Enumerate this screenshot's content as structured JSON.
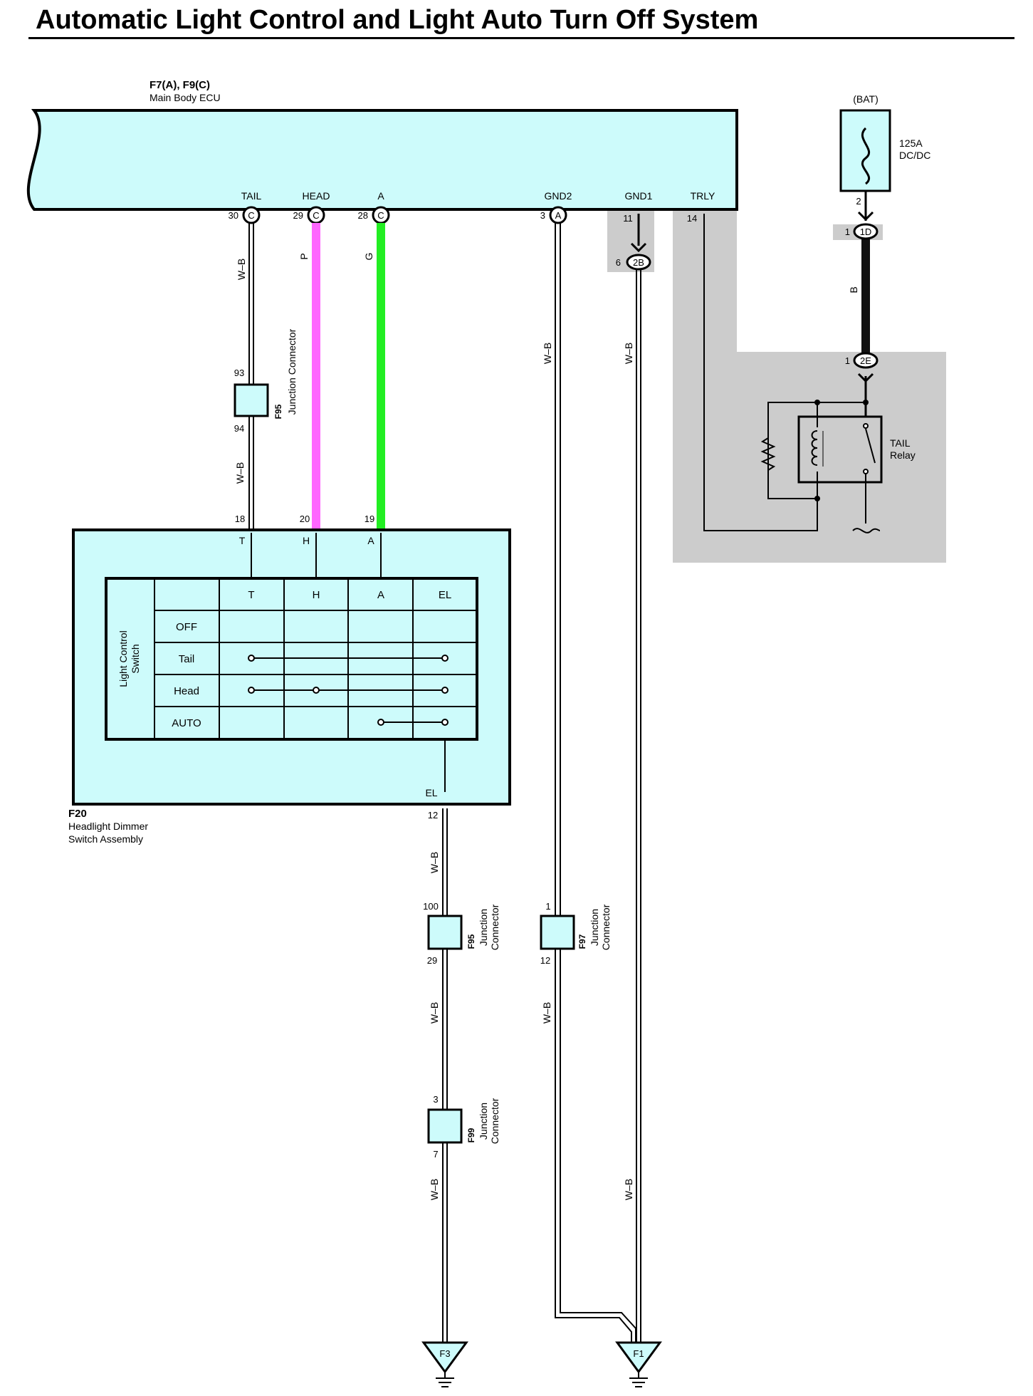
{
  "title": "Automatic Light Control and Light Auto Turn Off System",
  "ecu": {
    "code": "F7(A), F9(C)",
    "name": "Main Body ECU",
    "terminals": [
      {
        "label": "TAIL",
        "pin": "30",
        "conn": "C"
      },
      {
        "label": "HEAD",
        "pin": "29",
        "conn": "C"
      },
      {
        "label": "A",
        "pin": "28",
        "conn": "C"
      },
      {
        "label": "GND2",
        "pin": "3",
        "conn": "A"
      },
      {
        "label": "GND1",
        "pin": "11"
      },
      {
        "label": "TRLY",
        "pin": "14"
      }
    ]
  },
  "wires": {
    "tail": "W–B",
    "head": "P",
    "a": "G",
    "gnd2": "W–B",
    "gnd1": "W–B",
    "bat": "B",
    "el_upper": "W–B",
    "el_mid": "W–B",
    "el_lower": "W–B",
    "gnd2_lower": "W–B",
    "gnd1_lower": "W–B",
    "tail_lower": "W–B"
  },
  "colors": {
    "component_fill": "#cdfbfb",
    "shade": "#cccccc",
    "wire_head": "#ff66ff",
    "wire_a": "#22ee22",
    "wire_bat": "#111111"
  },
  "junction_f95_top": {
    "code": "F95",
    "name": "Junction Connector",
    "pin_in": "93",
    "pin_out": "94"
  },
  "junction_f95_low": {
    "code": "F95",
    "name_l1": "Junction",
    "name_l2": "Connector",
    "pin_in": "100",
    "pin_out": "29"
  },
  "junction_f97": {
    "code": "F97",
    "name_l1": "Junction",
    "name_l2": "Connector",
    "pin_in": "1",
    "pin_out": "12"
  },
  "junction_f99": {
    "code": "F99",
    "name_l1": "Junction",
    "name_l2": "Connector",
    "pin_in": "3",
    "pin_out": "7"
  },
  "gnd1_conn": {
    "pin": "6",
    "code": "2B"
  },
  "bat": {
    "label": "(BAT)",
    "fuse_l1": "125A",
    "fuse_l2": "DC/DC",
    "pin_out": "2",
    "conn_top_pin": "1",
    "conn_top": "1D",
    "conn_low_pin": "1",
    "conn_low": "2E"
  },
  "relay": {
    "l1": "TAIL",
    "l2": "Relay"
  },
  "switch_assembly": {
    "code": "F20",
    "name_l1": "Headlight Dimmer",
    "name_l2": "Switch Assembly",
    "pins": [
      {
        "pin": "18",
        "label": "T"
      },
      {
        "pin": "20",
        "label": "H"
      },
      {
        "pin": "19",
        "label": "A"
      }
    ],
    "el_label": "EL",
    "el_pin": "12"
  },
  "switch_table": {
    "side_l1": "Light Control",
    "side_l2": "Switch",
    "columns": [
      "T",
      "H",
      "A",
      "EL"
    ],
    "rows": [
      "OFF",
      "Tail",
      "Head",
      "AUTO"
    ]
  },
  "grounds": {
    "left": "F3",
    "right": "F1"
  }
}
